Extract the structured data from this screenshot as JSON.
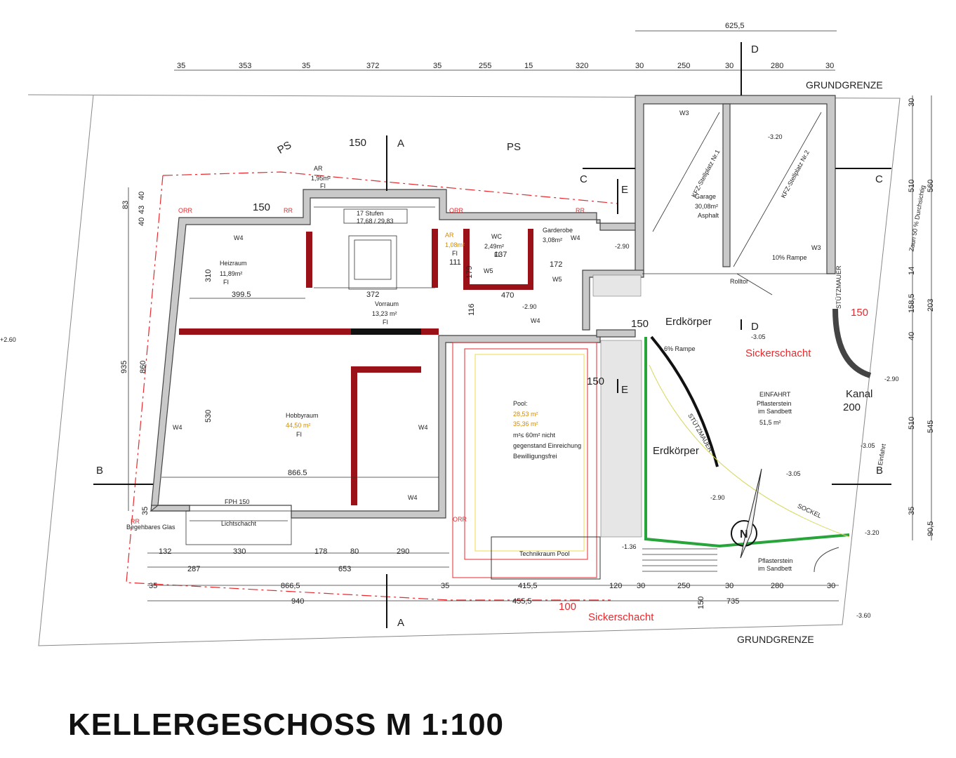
{
  "title": "KELLERGESCHOSS  M 1:100",
  "boundary": {
    "top": "GRUNDGRENZE",
    "bottom": "GRUNDGRENZE"
  },
  "sections": [
    "A",
    "B",
    "C",
    "D",
    "E"
  ],
  "top_dimensions": [
    "35",
    "353",
    "35",
    "372",
    "35",
    "255",
    "15",
    "320",
    "30",
    "250",
    "30",
    "280",
    "30"
  ],
  "top_total": "625,5",
  "bottom_row1": [
    "132",
    "330",
    "178",
    "80",
    "290"
  ],
  "bottom_row2": [
    "287",
    "653"
  ],
  "bottom_row3": [
    "35",
    "866,5",
    "35",
    "415,5",
    "120",
    "30",
    "250",
    "30",
    "280",
    "30"
  ],
  "bottom_row4": [
    "940",
    "455,5",
    "150",
    "735"
  ],
  "left_dimensions": [
    "83",
    "40",
    "43",
    "40",
    "310",
    "935",
    "860",
    "530",
    "35"
  ],
  "right_dimensions": [
    "30",
    "510",
    "560",
    "14",
    "158,5",
    "203",
    "40",
    "510",
    "545",
    "35",
    "90,5"
  ],
  "inner_dimensions": [
    "399.5",
    "372",
    "470",
    "866.5",
    "116",
    "172",
    "179",
    "111",
    "137"
  ],
  "rooms": {
    "heizraum": {
      "name": "Heizraum",
      "area": "11,89m²",
      "floor": "FI"
    },
    "vorraum": {
      "name": "Vorraum",
      "area": "13,23 m²",
      "floor": "FI"
    },
    "hobbyraum": {
      "name": "Hobbyraum",
      "area": "44,50 m²",
      "floor": "FI"
    },
    "ar_top": {
      "name": "AR",
      "area": "1,95m²",
      "floor": "FI"
    },
    "ar_small": {
      "name": "AR",
      "area": "1,08m²",
      "floor": "FI"
    },
    "wc": {
      "name": "WC",
      "area": "2,49m²",
      "floor": "FI"
    },
    "garderobe": {
      "name": "Garderobe",
      "area": "3,08m²"
    },
    "garage": {
      "name": "Garage",
      "area": "30,08m²",
      "floor": "Asphalt"
    },
    "pool": {
      "name": "Pool:",
      "area1": "28,53 m²",
      "area2": "35,36 m²",
      "note1": "m²≤ 60m² nicht",
      "note2": "gegenstand Einreichung",
      "note3": "Bewilligungsfrei"
    },
    "technikraum": {
      "name": "Technikraum Pool"
    },
    "einfahrt": {
      "name": "EINFAHRT",
      "surface1": "Pflasterstein",
      "surface2": "im Sandbett",
      "area": "51,5 m²"
    },
    "pflaster": {
      "surface1": "Pflasterstein",
      "surface2": "im Sandbett"
    },
    "lichtschacht": {
      "name": "Lichtschacht"
    },
    "begehbares": "Begehbares Glas",
    "fph": "FPH 150",
    "stairs": "17 Stufen",
    "stairs_dim": "17,68 / 29,83"
  },
  "parking": [
    "KFZ-Stellplatz Nr.1",
    "KFZ-Stellplatz Nr.2"
  ],
  "labels": {
    "erdkoerper1": "Erdkörper",
    "erdkoerper2": "Erdkörper",
    "sickerschacht1": "Sickerschacht",
    "sickerschacht2": "Sickerschacht",
    "kanal": "Kanal",
    "ramp10": "10% Rampe",
    "ramp6": "6% Rampe",
    "rolltor": "Rolltor",
    "stuetzmauer1": "STÜTZMAUER",
    "stuetzmauer2": "STÜTZMAUER",
    "sockel": "SOCKEL",
    "zaun": "Zaun 50 % Durchsichtig",
    "einfahrt_side": "Einfahrt",
    "ps": "PS",
    "rr": "RR",
    "orr": "ORR",
    "north": "N"
  },
  "diameters": [
    "150",
    "150",
    "150",
    "150",
    "150",
    "200",
    "100"
  ],
  "levels": [
    "-2.90",
    "-2.90",
    "-3.20",
    "-3.05",
    "-2.90",
    "-3.05",
    "-3.05",
    "-2.90",
    "-1.36",
    "-3.20",
    "-3.60",
    "+2.60"
  ],
  "windows": [
    "W4",
    "W4",
    "W4",
    "W4",
    "W4",
    "W4",
    "W3",
    "W3",
    "W5",
    "W5"
  ]
}
